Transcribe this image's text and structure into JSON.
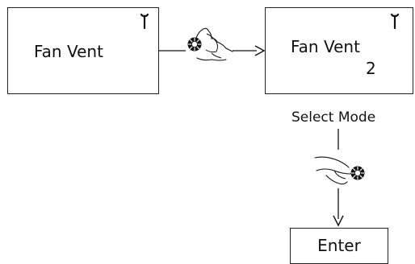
{
  "step1": {
    "label": "Fan Vent"
  },
  "step2": {
    "label": "Fan Vent",
    "value": "2"
  },
  "caption": "Select Mode",
  "step3": {
    "label": "Enter"
  }
}
